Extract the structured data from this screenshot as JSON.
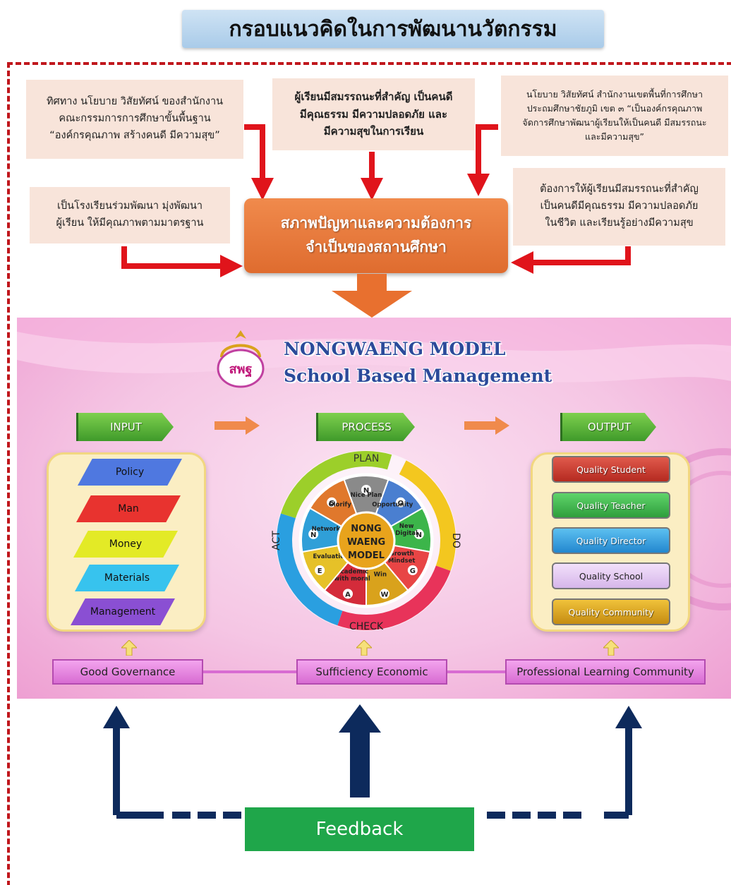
{
  "title": "กรอบแนวคิดในการพัฒนานวัตกรรม",
  "notes": {
    "top_left": "ทิศทาง นโยบาย วิสัยทัศน์ ของสำนักงาน\nคณะกรรมการการศึกษาขั้นพื้นฐาน\n“องค์กรคุณภาพ สร้างคนดี มีความสุข”",
    "top_center": "ผู้เรียนมีสมรรถนะที่สำคัญ เป็นคนดี\nมีคุณธรรม มีความปลอดภัย และ\nมีความสุขในการเรียน",
    "top_right": "นโยบาย วิสัยทัศน์ สำนักงานเขตพื้นที่การศึกษา\nประถมศึกษาชัยภูมิ เขต ๓ “เป็นองค์กรคุณภาพ\nจัดการศึกษาพัฒนาผู้เรียนให้เป็นคนดี มีสมรรถนะ\nและมีความสุข”",
    "mid_left": "เป็นโรงเรียนร่วมพัฒนา มุ่งพัฒนา\nผู้เรียน ให้มีคุณภาพตามมาตรฐาน",
    "mid_right": "ต้องการให้ผู้เรียนมีสมรรถนะที่สำคัญ\nเป็นคนดีมีคุณธรรม มีความปลอดภัย\nในชีวิต และเรียนรู้อย่างมีความสุข"
  },
  "needs_box": "สภาพปัญหาและความต้องการ\nจำเป็นของสถานศึกษา",
  "model": {
    "logo_text": "สพฐ",
    "title_line1": "NONGWAENG MODEL",
    "title_line2": "School Based Management",
    "input_label": "INPUT",
    "process_label": "PROCESS",
    "output_label": "OUTPUT",
    "inputs": [
      {
        "label": "Policy",
        "color": "#4f78e0"
      },
      {
        "label": "Man",
        "color": "#e8332f"
      },
      {
        "label": "Money",
        "color": "#e3ea26"
      },
      {
        "label": "Materials",
        "color": "#37c3ee"
      },
      {
        "label": "Management",
        "color": "#8a4fd3"
      }
    ],
    "outputs": [
      {
        "label": "Quality Student",
        "color": "#c8362a"
      },
      {
        "label": "Quality Teacher",
        "color": "#39b54a"
      },
      {
        "label": "Quality Director",
        "color": "#2e9ee0"
      },
      {
        "label": "Quality School",
        "color": "#e4c9f2"
      },
      {
        "label": "Quality Community",
        "color": "#d9a21c"
      }
    ],
    "cycle": {
      "plan": "PLAN",
      "do": "DO",
      "check": "CHECK",
      "act": "ACT",
      "center_line1": "NONG",
      "center_line2": "WAENG",
      "center_line3": "MODEL",
      "segments": [
        {
          "letter": "N",
          "label": "Nice Plan",
          "color": "#8a8a8a"
        },
        {
          "letter": "O",
          "label": "Opportunity",
          "color": "#4a7fd0"
        },
        {
          "letter": "N",
          "label": "New Digital",
          "color": "#3cb54a"
        },
        {
          "letter": "G",
          "label": "Growth Mindset",
          "color": "#e84545"
        },
        {
          "letter": "W",
          "label": "Win",
          "color": "#d9a21c"
        },
        {
          "letter": "A",
          "label": "Academic with moral",
          "color": "#d42b3a"
        },
        {
          "letter": "E",
          "label": "Evaluation",
          "color": "#e6c128"
        },
        {
          "letter": "N",
          "label": "Network",
          "color": "#2f9fd8"
        },
        {
          "letter": "G",
          "label": "Glorify",
          "color": "#e0782c"
        }
      ]
    },
    "foundations": [
      "Good Governance",
      "Sufficiency Economic",
      "Professional Learning Community"
    ]
  },
  "feedback": "Feedback",
  "colors": {
    "red_arrow": "#e0141b",
    "navy_arrow": "#0d2a5c",
    "orange": "#e8702f",
    "green": "#1fa64a"
  }
}
